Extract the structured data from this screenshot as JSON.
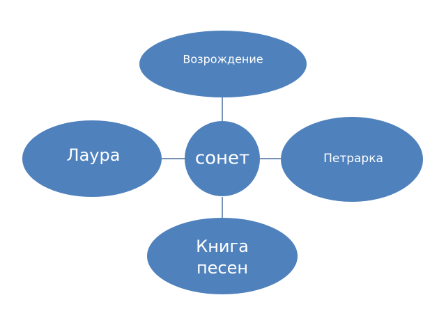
{
  "diagram": {
    "center": {
      "label": "сонет"
    },
    "top": {
      "label": "Возрождение"
    },
    "left": {
      "label": "Лаура"
    },
    "right": {
      "label": "Петрарка"
    },
    "bottom": {
      "line1": "Книга",
      "line2": "песен"
    }
  },
  "colors": {
    "node_fill": "#4f81bd",
    "connector": "#4a6f9e"
  }
}
